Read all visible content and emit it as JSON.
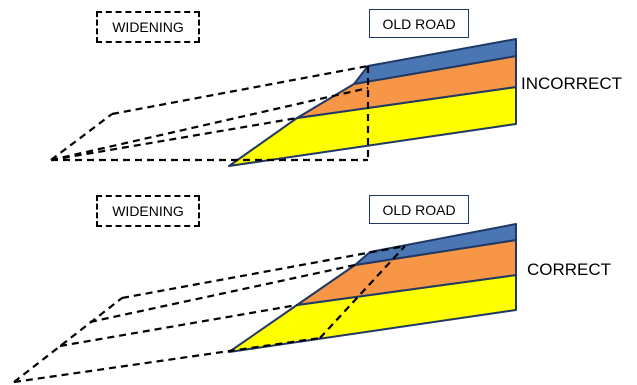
{
  "colors": {
    "surface_layer": "#4a77b4",
    "base_layer": "#f79646",
    "subbase_layer": "#ffff00",
    "layer_outline": "#1f3864",
    "dashed_outline": "#000000"
  },
  "panels": [
    {
      "widening_label": "WIDENING",
      "old_road_label": "OLD ROAD",
      "verdict": "INCORRECT"
    },
    {
      "widening_label": "WIDENING",
      "old_road_label": "OLD ROAD",
      "verdict": "CORRECT"
    }
  ]
}
